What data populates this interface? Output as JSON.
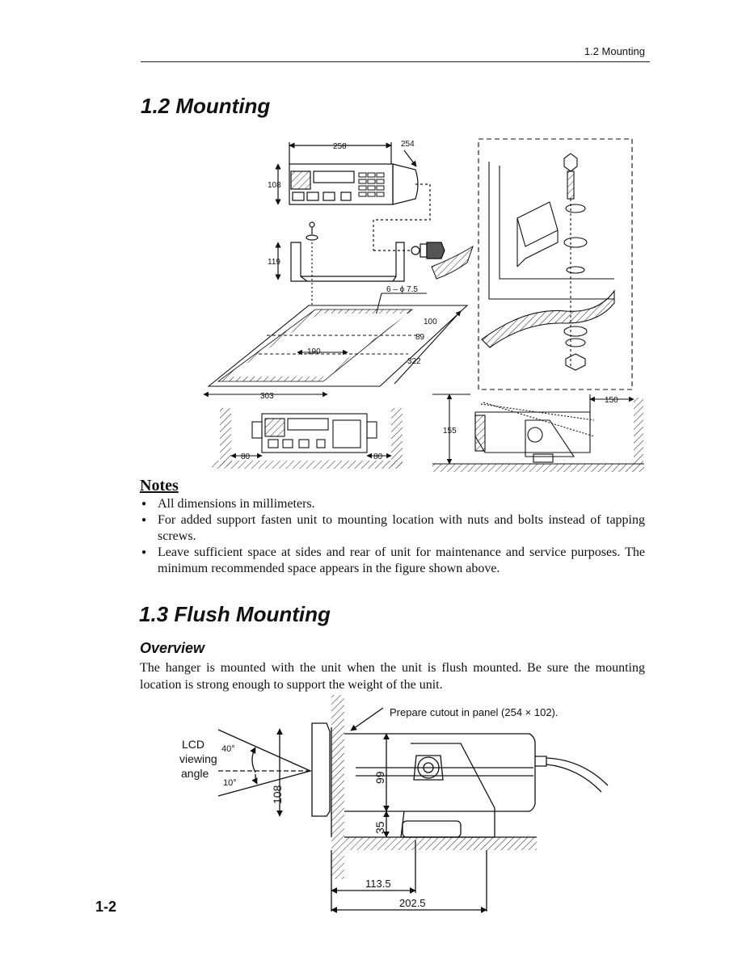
{
  "header": {
    "running_head": "1.2 Mounting"
  },
  "section1": {
    "title": "1.2 Mounting"
  },
  "fig1": {
    "dims": {
      "w258": "258",
      "w254": "254",
      "h108": "108",
      "h119": "119",
      "holes": "6 – ϕ 7.5",
      "d100": "100",
      "d89": "89",
      "d190": "190",
      "d322": "322",
      "d303": "303",
      "s80a": "80",
      "s80b": "80",
      "s150": "150",
      "s155": "155"
    }
  },
  "notes": {
    "heading": "Notes",
    "items": [
      "All dimensions in millimeters.",
      "For added support fasten unit to mounting location with nuts and bolts instead of tapping screws.",
      "Leave sufficient space at sides and rear of unit for maintenance and service purposes. The minimum recommended space appears in the figure shown above."
    ]
  },
  "section2": {
    "title": "1.3 Flush Mounting",
    "subheading": "Overview",
    "body": "The hanger is mounted with the unit when the unit is flush mounted. Be sure the mounting location is strong enough to support the weight of the unit."
  },
  "fig2": {
    "cutout_note": "Prepare cutout in panel (254 × 102).",
    "lcd_label_1": "LCD",
    "lcd_label_2": "viewing",
    "lcd_label_3": "angle",
    "angle_40": "40°",
    "angle_10": "10°",
    "d108": "108",
    "d99": "99",
    "d35": "35",
    "d113_5": "113.5",
    "d202_5": "202.5"
  },
  "page_number": "1-2"
}
